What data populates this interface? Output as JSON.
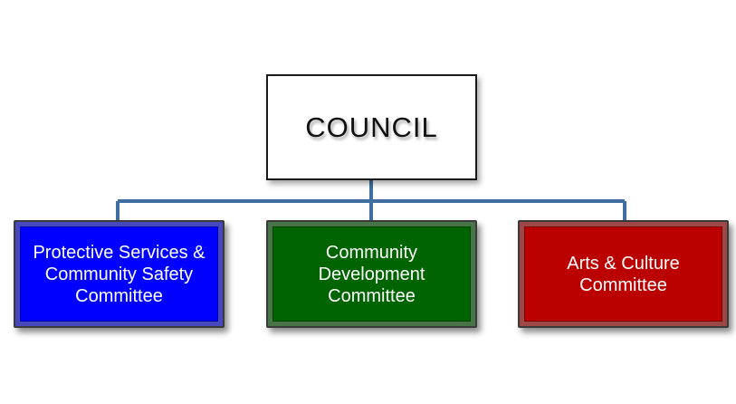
{
  "diagram": {
    "root": {
      "label": "COUNCIL"
    },
    "children": [
      {
        "label": "Protective Services &\nCommunity  Safety\nCommittee",
        "color": "#0000ff"
      },
      {
        "label": "Community\nDevelopment\nCommittee",
        "color": "#006400"
      },
      {
        "label": "Arts & Culture\nCommittee",
        "color": "#bb0000"
      }
    ],
    "connector_color": "#3f6fa0"
  }
}
